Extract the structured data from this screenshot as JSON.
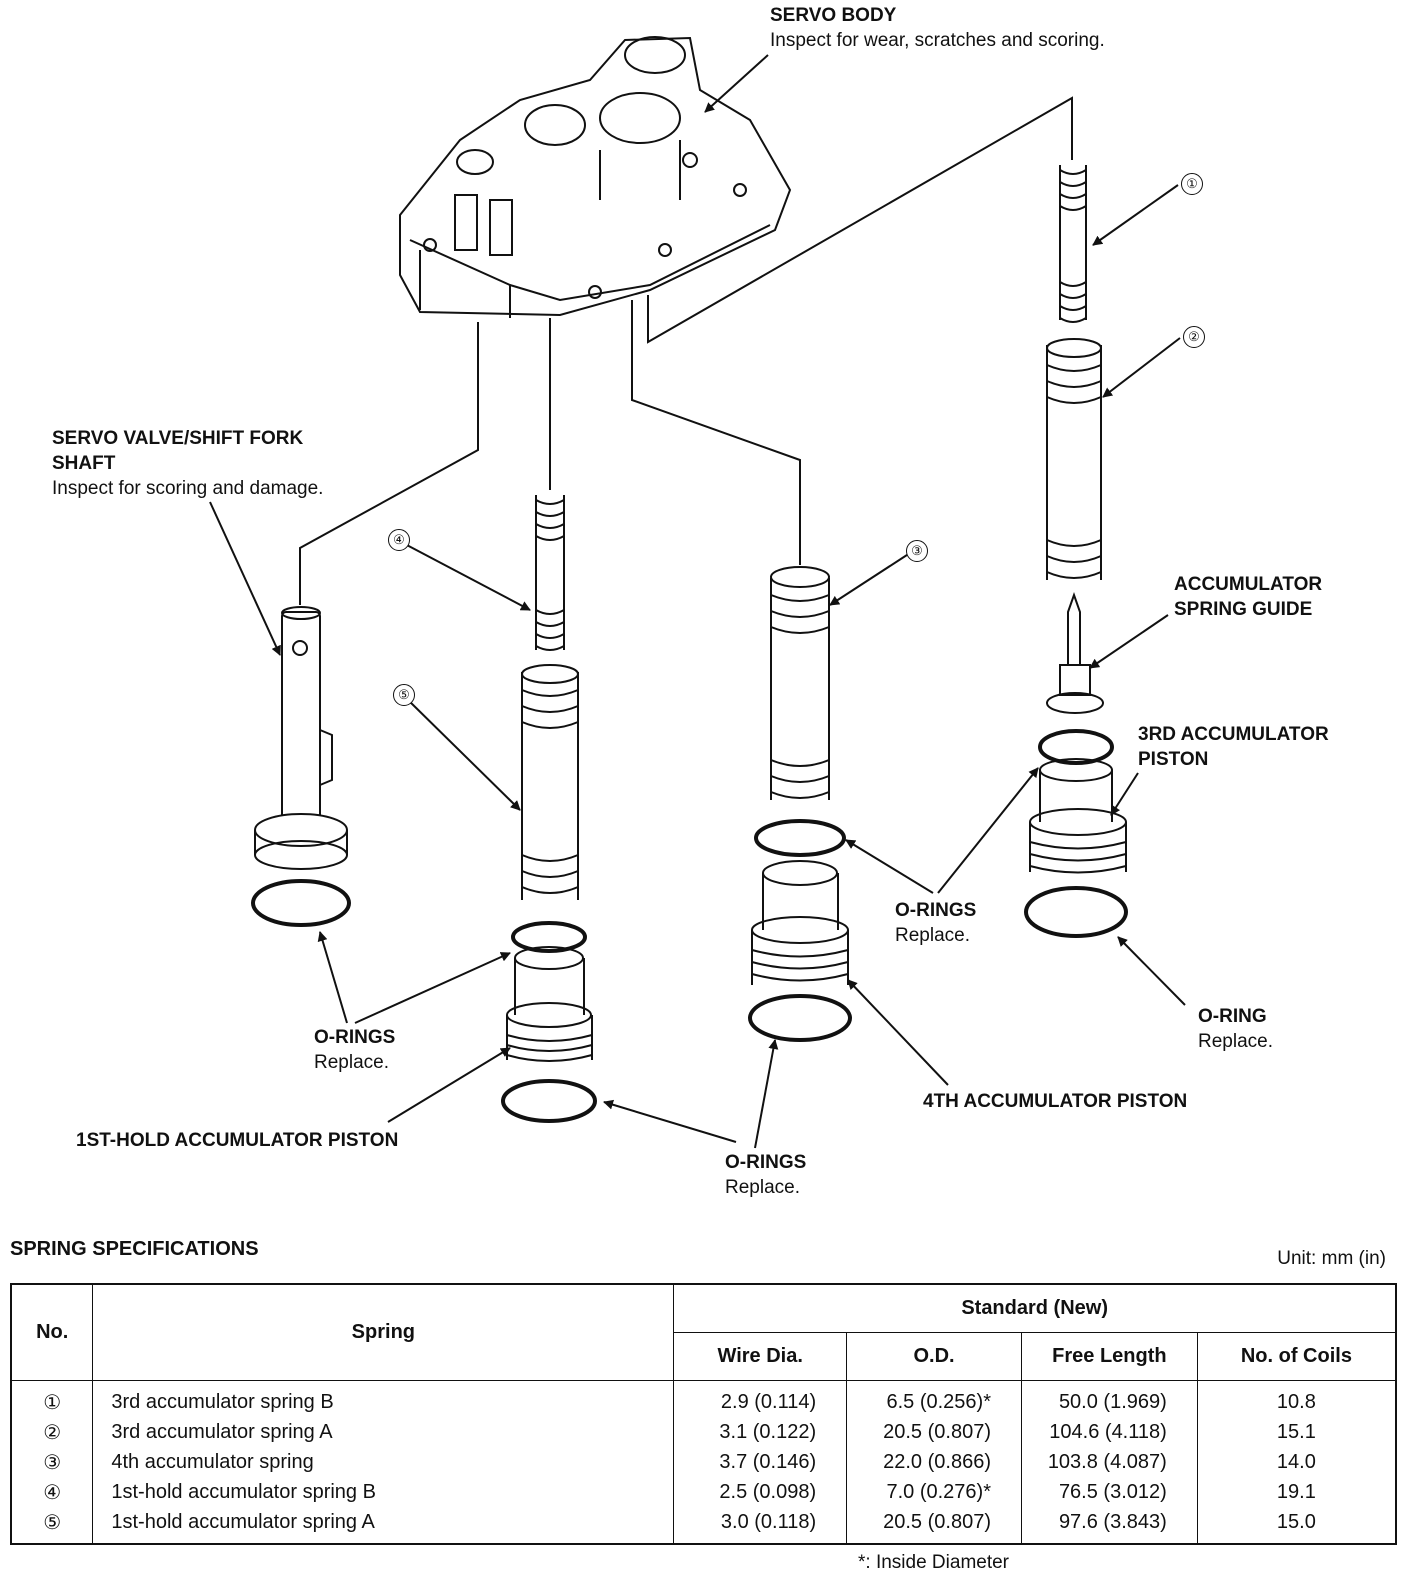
{
  "diagram": {
    "labels": {
      "servo_body": {
        "title": "SERVO BODY",
        "note": "Inspect for wear, scratches and scoring."
      },
      "servo_valve": {
        "title_line1": "SERVO VALVE/SHIFT FORK",
        "title_line2": "SHAFT",
        "note": "Inspect for scoring and damage."
      },
      "spring_guide": {
        "title_line1": "ACCUMULATOR",
        "title_line2": "SPRING GUIDE"
      },
      "third_piston": {
        "title_line1": "3RD ACCUMULATOR",
        "title_line2": "PISTON"
      },
      "orings_center": {
        "title": "O-RINGS",
        "note": "Replace."
      },
      "oring_right": {
        "title": "O-RING",
        "note": "Replace."
      },
      "orings_left": {
        "title": "O-RINGS",
        "note": "Replace."
      },
      "fourth_piston": {
        "title": "4TH ACCUMULATOR PISTON"
      },
      "first_hold_piston": {
        "title": "1ST-HOLD ACCUMULATOR PISTON"
      },
      "orings_bottom": {
        "title": "O-RINGS",
        "note": "Replace."
      }
    },
    "callouts": [
      "①",
      "②",
      "③",
      "④",
      "⑤"
    ]
  },
  "spec_table": {
    "title": "SPRING SPECIFICATIONS",
    "unit_note": "Unit: mm (in)",
    "headers": {
      "no": "No.",
      "spring": "Spring",
      "standard": "Standard (New)",
      "wire_dia": "Wire Dia.",
      "od": "O.D.",
      "free_length": "Free Length",
      "coils": "No. of Coils"
    },
    "rows": [
      {
        "no": "①",
        "spring": "3rd accumulator spring B",
        "wire_dia": "2.9 (0.114)",
        "od": "6.5 (0.256)*",
        "free_length": "50.0 (1.969)",
        "coils": "10.8"
      },
      {
        "no": "②",
        "spring": "3rd accumulator spring A",
        "wire_dia": "3.1 (0.122)",
        "od": "20.5 (0.807)",
        "free_length": "104.6 (4.118)",
        "coils": "15.1"
      },
      {
        "no": "③",
        "spring": "4th accumulator spring",
        "wire_dia": "3.7 (0.146)",
        "od": "22.0 (0.866)",
        "free_length": "103.8 (4.087)",
        "coils": "14.0"
      },
      {
        "no": "④",
        "spring": "1st-hold accumulator spring B",
        "wire_dia": "2.5 (0.098)",
        "od": "7.0 (0.276)*",
        "free_length": "76.5 (3.012)",
        "coils": "19.1"
      },
      {
        "no": "⑤",
        "spring": "1st-hold accumulator spring A",
        "wire_dia": "3.0 (0.118)",
        "od": "20.5 (0.807)",
        "free_length": "97.6 (3.843)",
        "coils": "15.0"
      }
    ],
    "footnote": "*: Inside Diameter"
  }
}
